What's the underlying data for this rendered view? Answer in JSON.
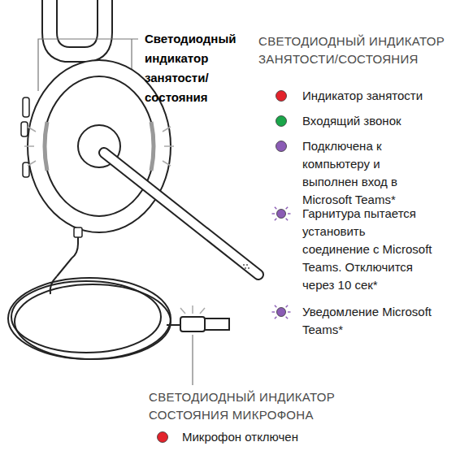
{
  "diagram": {
    "labels": [
      "Светодиодный индикатор занятости/ состояния",
      "СВЕТОДИОДНЫЙ ИНДИКАТОР ЗАНЯТОСТИ/СОСТОЯНИЯ",
      "СВЕТОДИОДНЫЙ ИНДИКАТОР СОСТОЯНИЯ МИКРОФОНА"
    ],
    "legend": [
      {
        "text": "Индикатор занятости",
        "color": "#e3232c"
      },
      {
        "text": "Входящий звонок",
        "color": "#1aa64a"
      },
      {
        "text": "Подключена к компьютеру и выполнен вход в Microsoft Teams*",
        "color": "#8b5cb5"
      },
      {
        "text": "Гарнитура пытается установить соединение с Microsoft Teams. Отключится через 10 сек*"
      },
      {
        "text": "Уведомление Microsoft Teams*"
      },
      {
        "text": "Микрофон отключен",
        "color": "#e3232c"
      }
    ]
  }
}
